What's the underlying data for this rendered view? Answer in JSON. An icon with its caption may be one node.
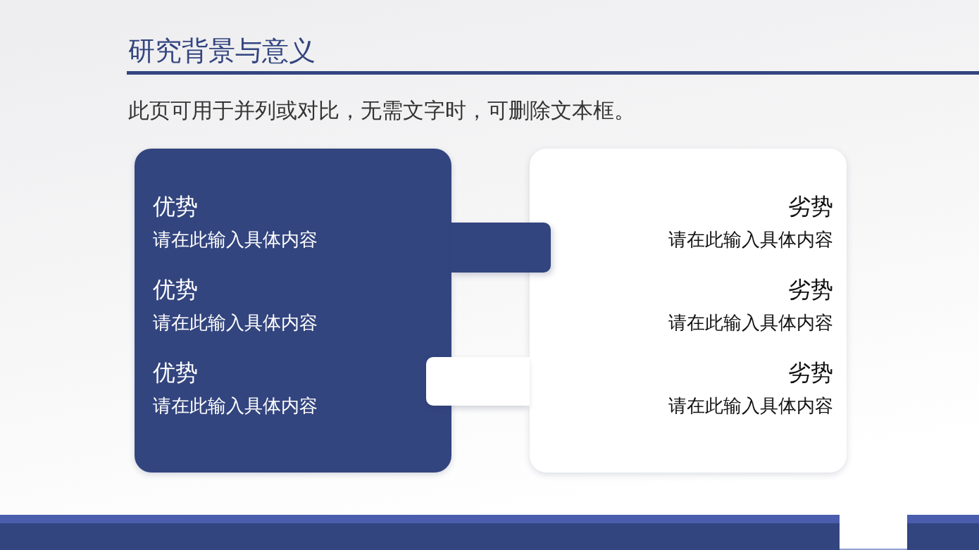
{
  "diagram": {
    "title": "研究背景与意义",
    "nodes": [
      {
        "text": [
          "优势",
          "请在此输入具体内容",
          "优势",
          "请在此输入具体内容",
          "优势",
          "请在此输入具体内容"
        ]
      },
      {
        "text": [
          "劣势",
          "请在此输入具体内容",
          "劣势",
          "请在此输入具体内容",
          "劣势",
          "请在此输入具体内容"
        ]
      }
    ],
    "labels": [
      "此页可用于并列或对比，无需文字时，可删除文本框。"
    ]
  }
}
